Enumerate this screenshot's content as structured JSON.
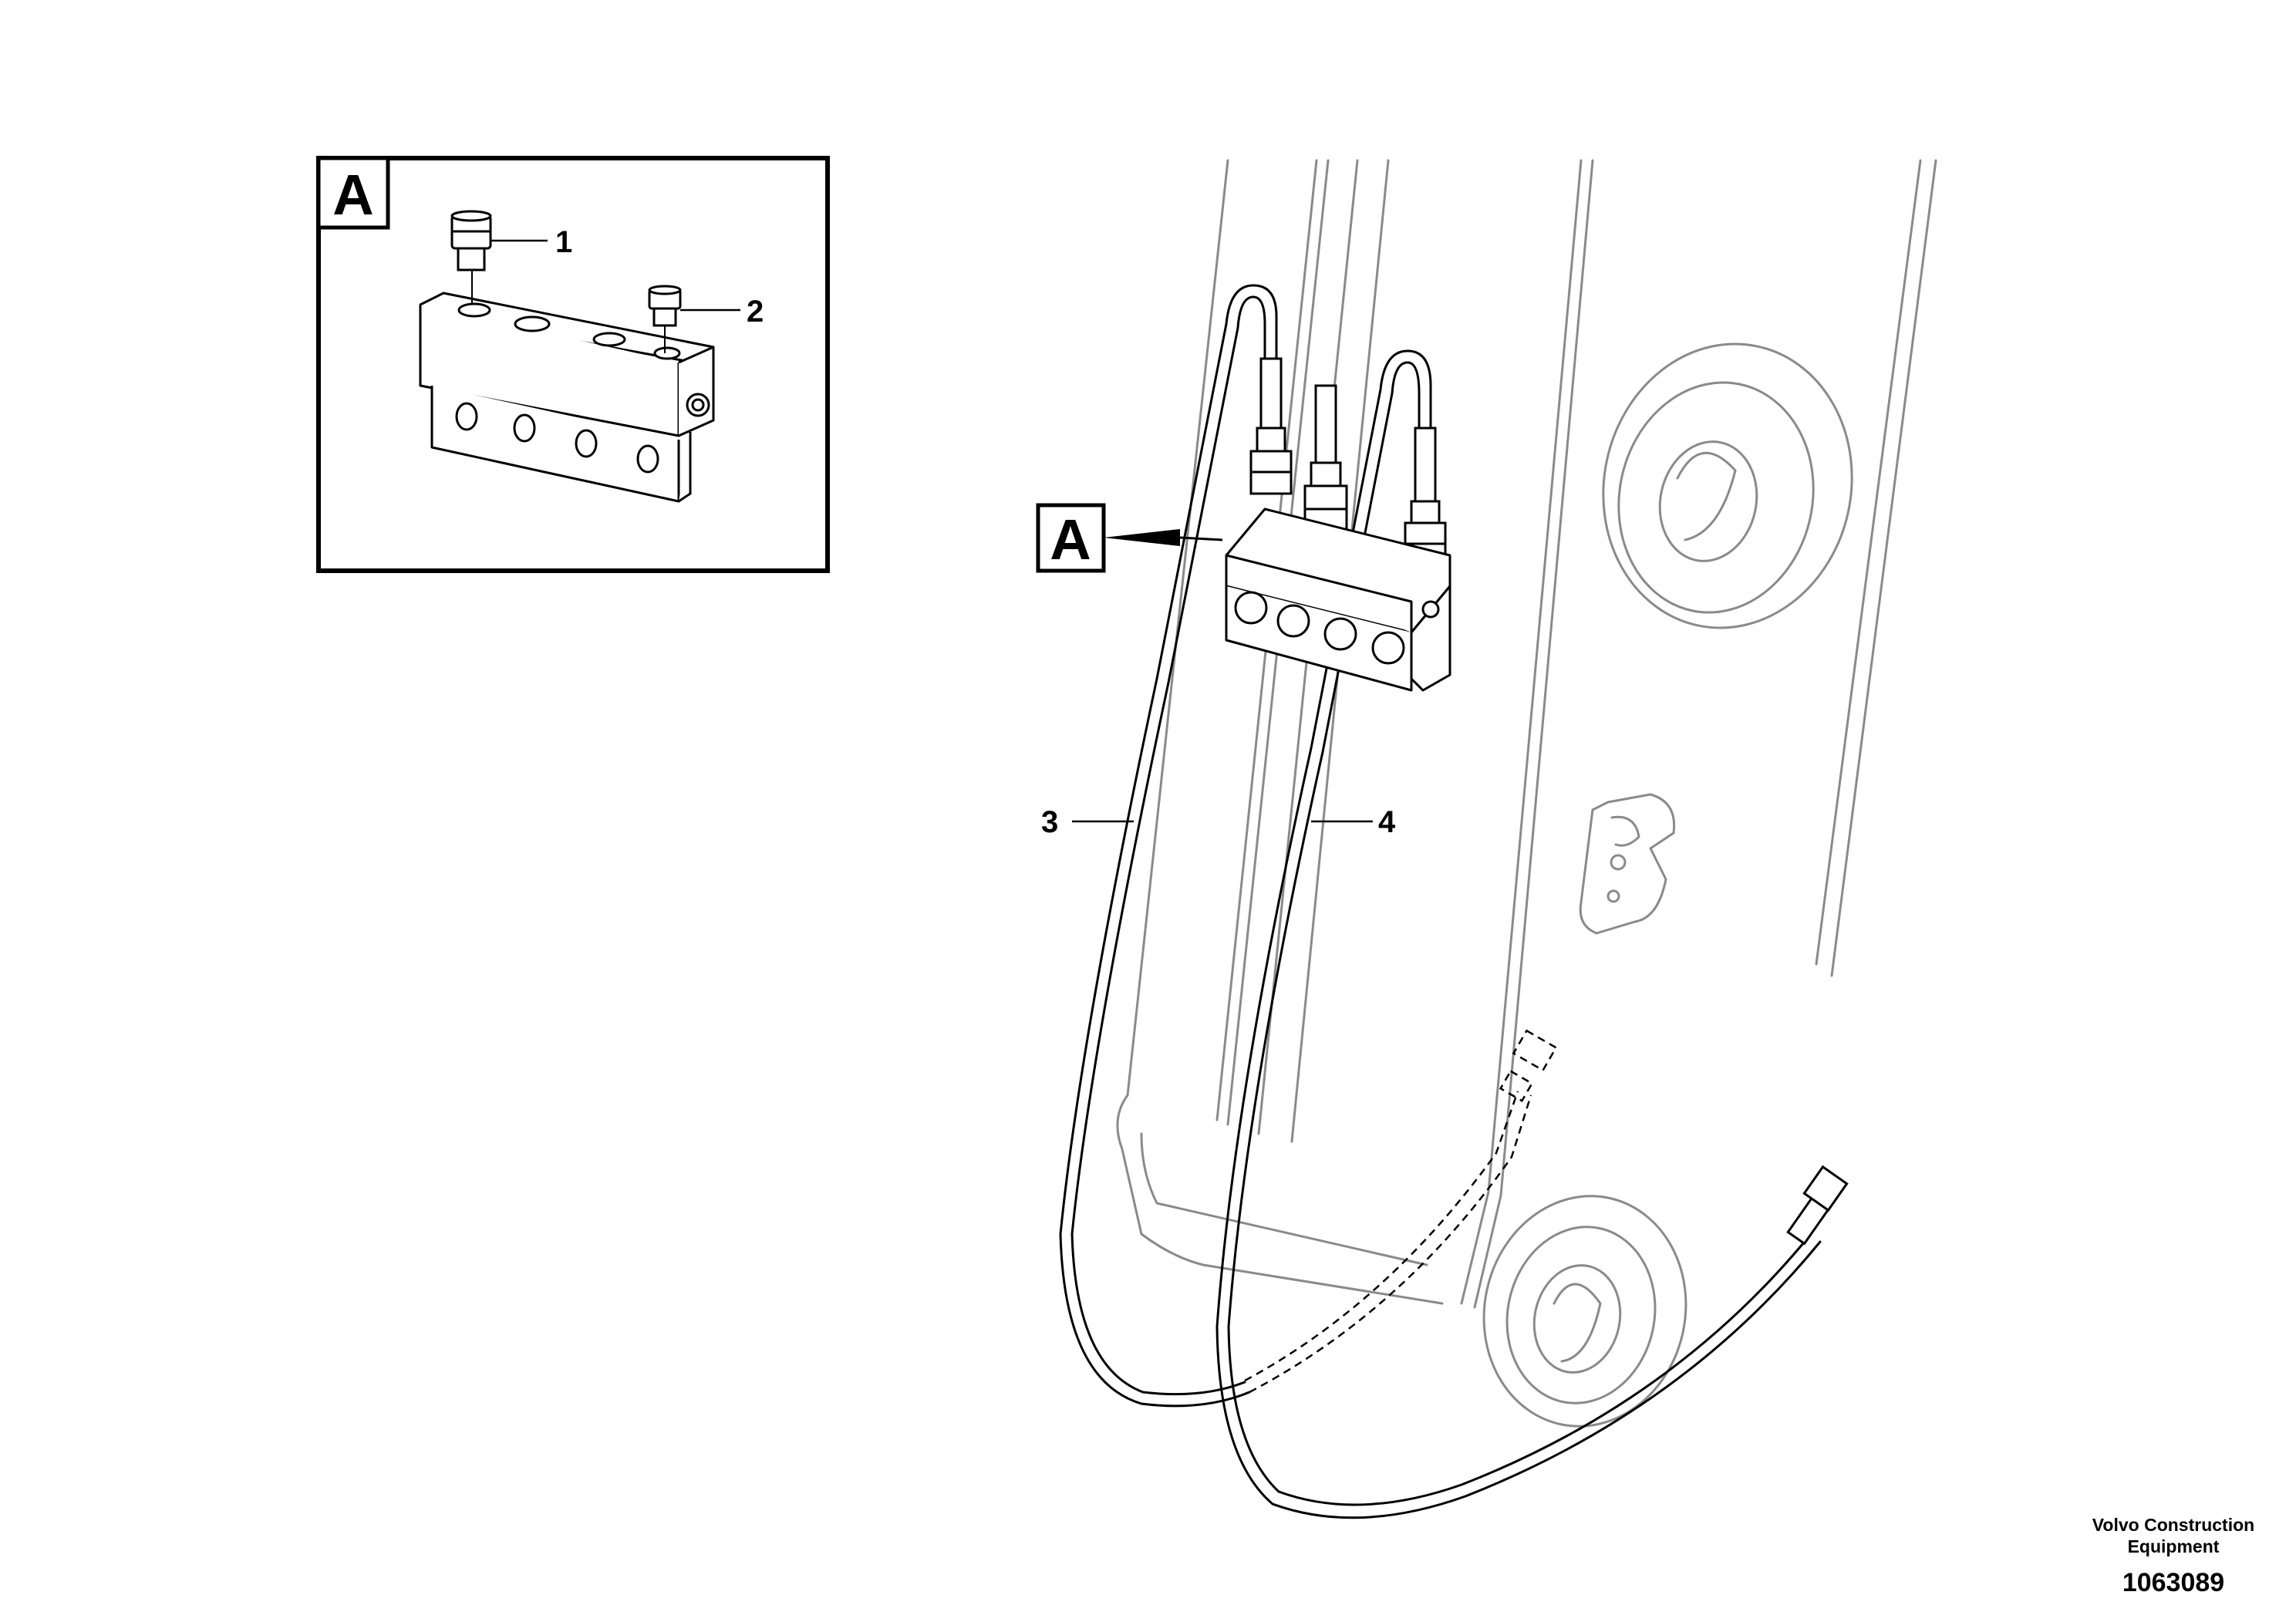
{
  "view": {
    "letter": "A"
  },
  "callouts": {
    "plug_large": "1",
    "plug_small": "2",
    "hose_left": "3",
    "hose_right": "4"
  },
  "footer": {
    "company_line1": "Volvo Construction",
    "company_line2": "Equipment",
    "drawing_number": "1063089"
  },
  "colors": {
    "part_outline": "#000000",
    "boom_outline": "#8a8a8a",
    "background": "#ffffff"
  }
}
